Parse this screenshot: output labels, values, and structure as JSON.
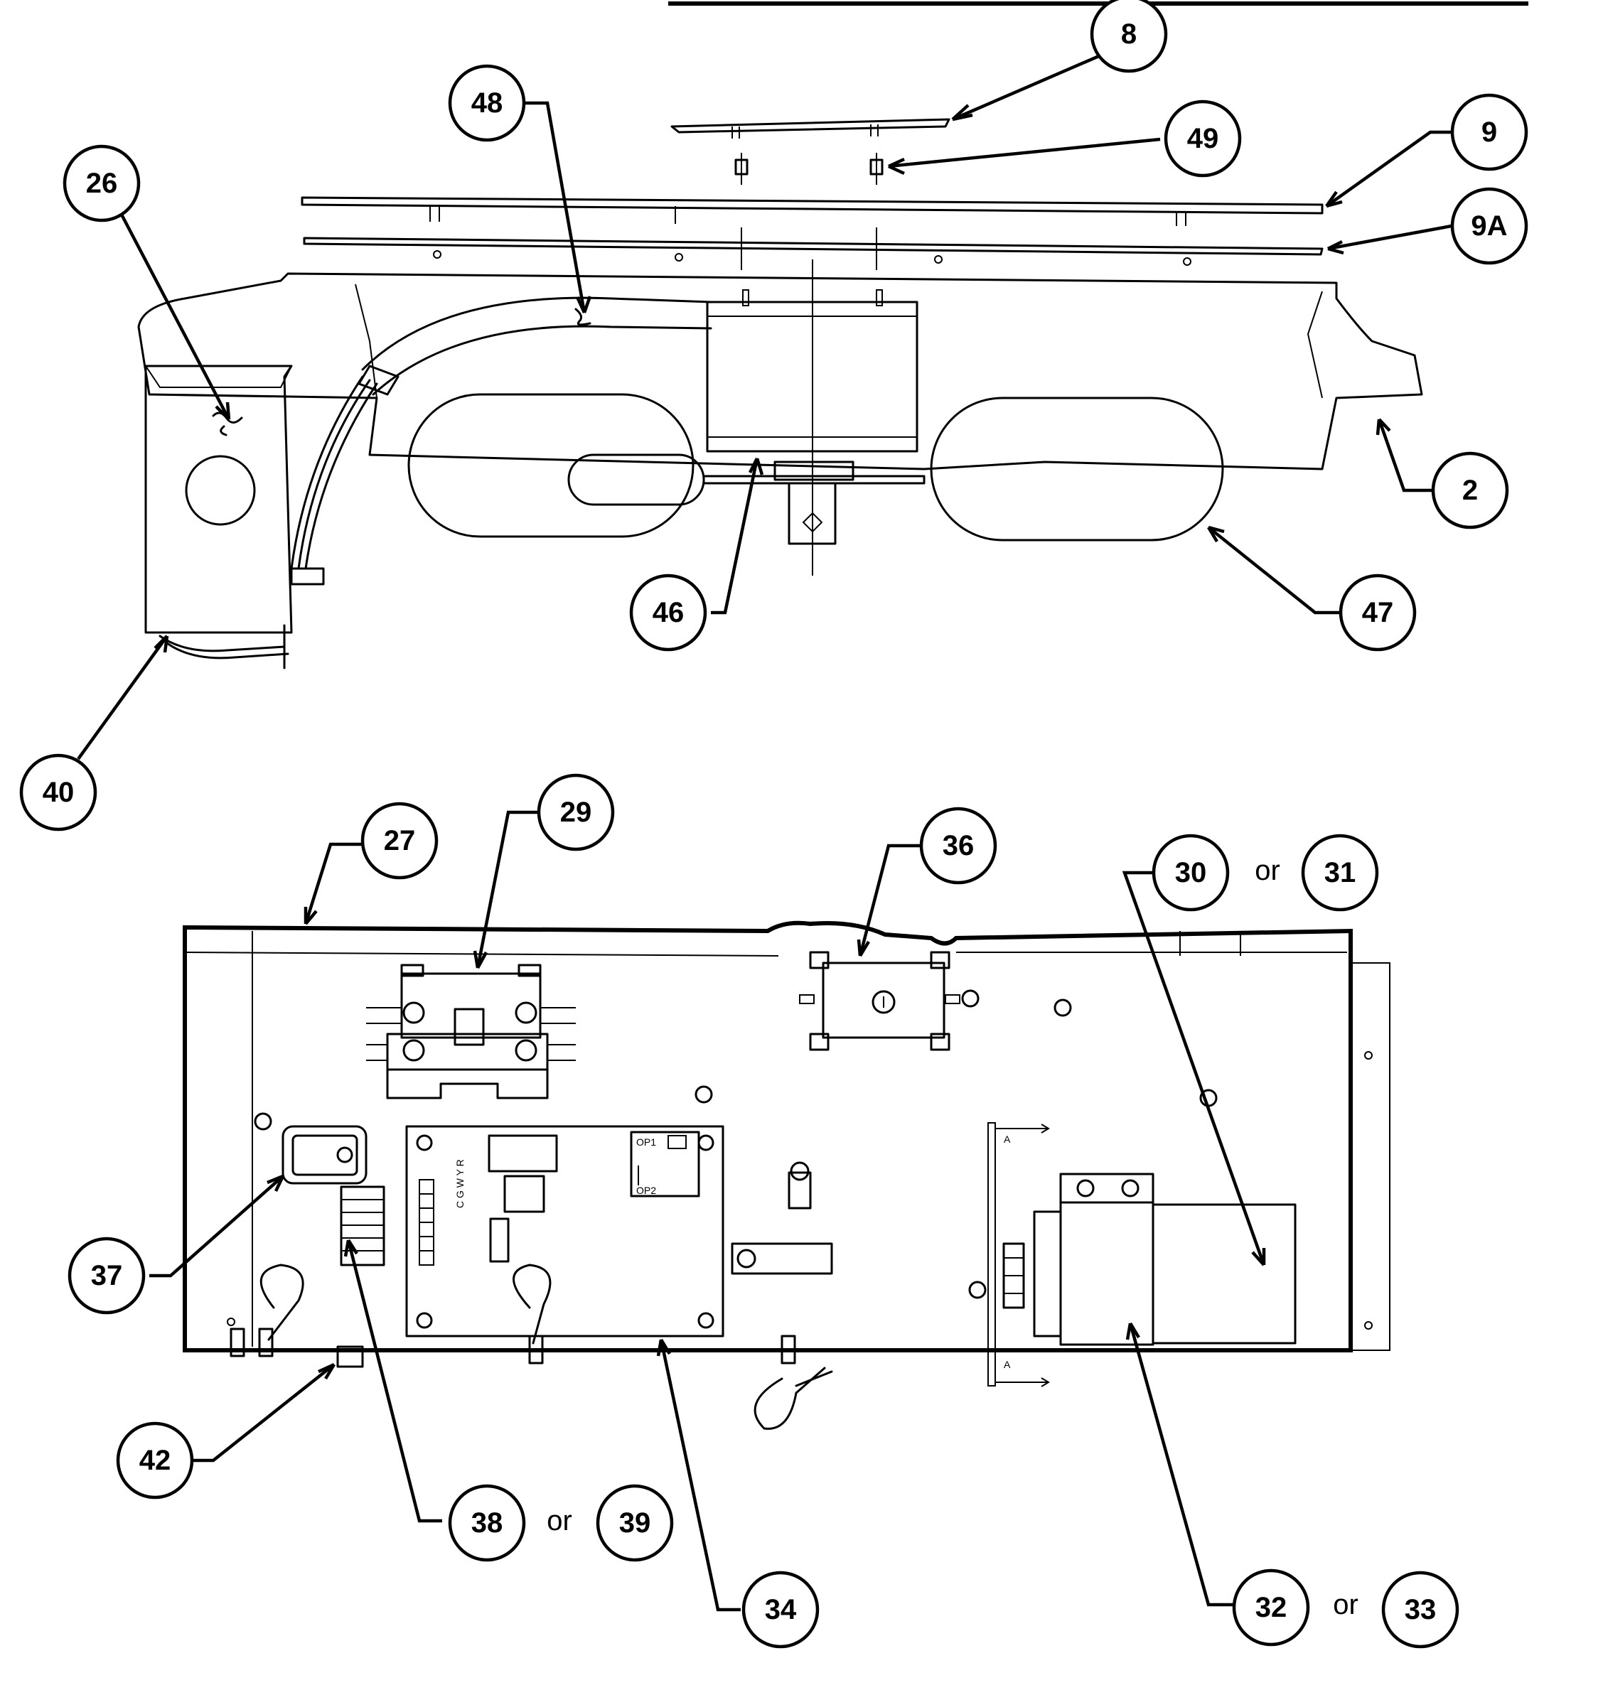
{
  "diagram": {
    "callouts": {
      "c8": "8",
      "c49": "49",
      "c9": "9",
      "c9a": "9A",
      "c48": "48",
      "c26": "26",
      "c2": "2",
      "c46": "46",
      "c47": "47",
      "c40": "40",
      "c27": "27",
      "c29": "29",
      "c36": "36",
      "c30": "30",
      "c31": "31",
      "c37": "37",
      "c42": "42",
      "c38": "38",
      "c39": "39",
      "c34": "34",
      "c32": "32",
      "c33": "33"
    },
    "or_label": "or",
    "board_markings": {
      "section_a_top": "A",
      "section_a_bottom": "A",
      "op1": "OP1",
      "op2": "OP2",
      "terminal_letters": "C G W Y R"
    }
  }
}
